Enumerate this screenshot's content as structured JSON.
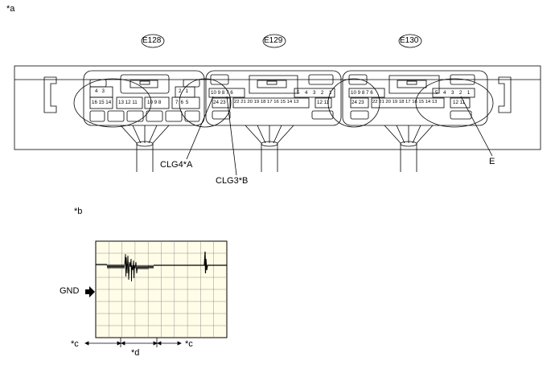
{
  "labels": {
    "fig_a": "*a",
    "fig_b": "*b",
    "clg4": "CLG4*A",
    "clg3": "CLG3*B",
    "e_label": "E",
    "gnd": "GND",
    "c_left": "*c",
    "d": "*d",
    "c_right": "*c"
  },
  "connectors": [
    {
      "id": "E128"
    },
    {
      "id": "E129"
    },
    {
      "id": "E130"
    }
  ],
  "pins": {
    "e128": {
      "top_left": [
        "4",
        "3"
      ],
      "bottom_left": [
        "16",
        "15",
        "14"
      ],
      "bottom_mid": [
        "13",
        "12",
        "11"
      ],
      "bottom_mid2": [
        "10",
        "9",
        "8"
      ],
      "top_right": [
        "2",
        "1"
      ],
      "bottom_right": [
        "7",
        "6",
        "5"
      ]
    },
    "e129": {
      "row1_left": [
        "10",
        "9",
        "8",
        "7",
        "6"
      ],
      "row1_right": [
        "5",
        "4",
        "3",
        "2",
        "1"
      ],
      "row2_left": [
        "24",
        "23"
      ],
      "row2_mid": [
        "22",
        "21",
        "20",
        "19",
        "18",
        "17",
        "16",
        "15",
        "14",
        "13"
      ],
      "row2_right": [
        "12",
        "11"
      ]
    },
    "e130": {
      "row1_left": [
        "10",
        "9",
        "8",
        "7",
        "6"
      ],
      "row1_right": [
        "5",
        "4",
        "3",
        "2",
        "1"
      ],
      "row2_left": [
        "24",
        "23"
      ],
      "row2_mid": [
        "22",
        "21",
        "20",
        "19",
        "18",
        "17",
        "16",
        "15",
        "14",
        "13"
      ],
      "row2_right": [
        "12",
        "11"
      ]
    }
  }
}
